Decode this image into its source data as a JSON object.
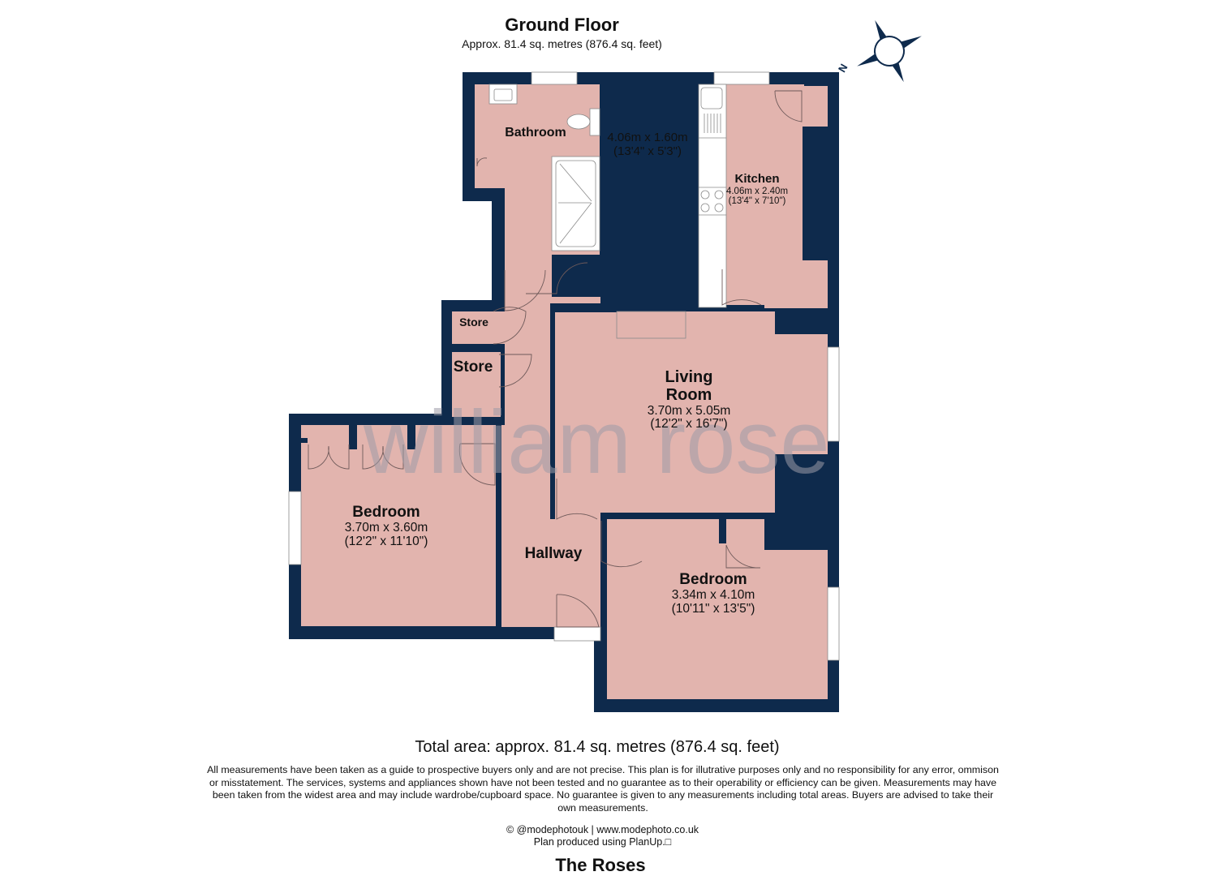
{
  "header": {
    "floor_title": "Ground Floor",
    "floor_area": "Approx. 81.4 sq. metres (876.4 sq. feet)"
  },
  "compass": {
    "north_label": "N",
    "icon": "compass-rose-icon"
  },
  "watermark": "william rose",
  "rooms": [
    {
      "id": "bathroom",
      "name": "Bathroom",
      "dim_m": "4.06m x 1.60m",
      "dim_ft": "(13'4\" x 5'3\")"
    },
    {
      "id": "kitchen",
      "name": "Kitchen",
      "dim_m": "4.06m x 2.40m",
      "dim_ft": "(13'4\" x 7'10\")"
    },
    {
      "id": "store-1",
      "name": "Store"
    },
    {
      "id": "store-2",
      "name": "Store"
    },
    {
      "id": "living-room",
      "name_line1": "Living",
      "name_line2": "Room",
      "dim_m": "3.70m x 5.05m",
      "dim_ft": "(12'2\" x 16'7\")"
    },
    {
      "id": "bedroom-1",
      "name": "Bedroom",
      "dim_m": "3.70m x 3.60m",
      "dim_ft": "(12'2\" x 11'10\")"
    },
    {
      "id": "hallway",
      "name": "Hallway"
    },
    {
      "id": "bedroom-2",
      "name": "Bedroom",
      "dim_m": "3.34m x 4.10m",
      "dim_ft": "(10'11\" x 13'5\")"
    }
  ],
  "colors": {
    "wall": "#0e2a4c",
    "floor": "#e2b4ae",
    "fixture": "#ffffff",
    "watermark": "#9c9aa8"
  },
  "footer": {
    "total_area": "Total area: approx. 81.4 sq. metres (876.4 sq. feet)",
    "disclaimer": "All measurements have been taken as a guide to prospective buyers only and are not precise. This plan is for illutrative purposes only and no responsibility for any error, ommison or misstatement. The services, systems and appliances shown have not been tested and no guarantee as to their operability or efficiency can be given. Measurements may have been taken from the widest area and may include wardrobe/cupboard space. No guarantee is given to any measurements including total areas. Buyers are advised to take their own measurements.",
    "credit_line1": "© @modephotouk | www.modephoto.co.uk",
    "credit_line2": "Plan produced using PlanUp.□",
    "property_name": "The Roses"
  }
}
